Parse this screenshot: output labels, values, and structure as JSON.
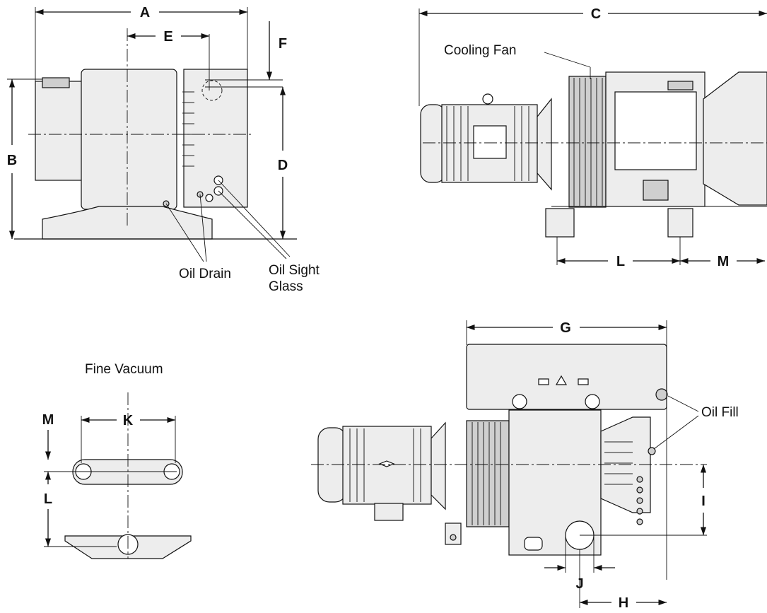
{
  "dimension_labels": {
    "a": "A",
    "b": "B",
    "c": "C",
    "d": "D",
    "e": "E",
    "f": "F",
    "g": "G",
    "h": "H",
    "i": "I",
    "j": "J",
    "k": "K",
    "l_side": "L",
    "m_side": "M",
    "l_base": "L",
    "m_base": "M"
  },
  "callouts": {
    "cooling_fan": "Cooling Fan",
    "oil_drain": "Oil Drain",
    "oil_sight_glass_line1": "Oil Sight",
    "oil_sight_glass_line2": "Glass",
    "oil_fill": "Oil Fill",
    "fine_vacuum": "Fine Vacuum"
  }
}
